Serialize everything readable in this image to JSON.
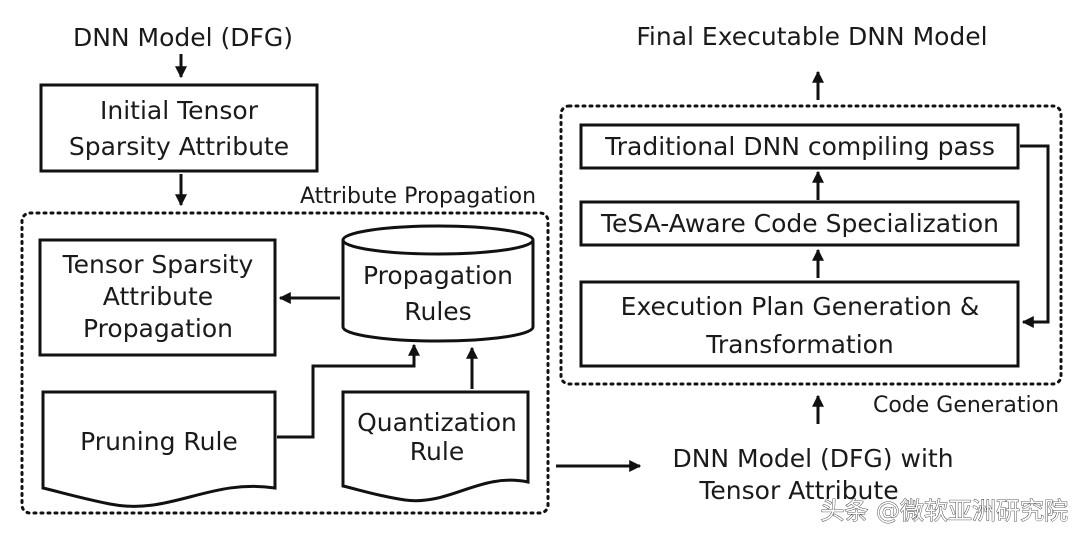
{
  "input_model": "DNN Model (DFG)",
  "initial_attribute": {
    "line1": "Initial Tensor",
    "line2": "Sparsity Attribute"
  },
  "attribute_propagation": {
    "group_label": "Attribute Propagation",
    "tsa_propagation": {
      "line1": "Tensor Sparsity",
      "line2": "Attribute",
      "line3": "Propagation"
    },
    "propagation_rules": {
      "line1": "Propagation",
      "line2": "Rules"
    },
    "pruning_rule": "Pruning Rule",
    "quantization_rule": {
      "line1": "Quantization",
      "line2": "Rule"
    }
  },
  "annotated_model": {
    "line1": "DNN Model (DFG) with",
    "line2": "Tensor Attribute"
  },
  "code_generation": {
    "group_label": "Code Generation",
    "traditional_pass": "Traditional DNN compiling pass",
    "code_specialization": "TeSA-Aware Code Specialization",
    "execution_plan": {
      "line1": "Execution Plan Generation &",
      "line2": "Transformation"
    }
  },
  "final_model": "Final Executable DNN Model",
  "watermark": "头条 @微软亚洲研究院"
}
